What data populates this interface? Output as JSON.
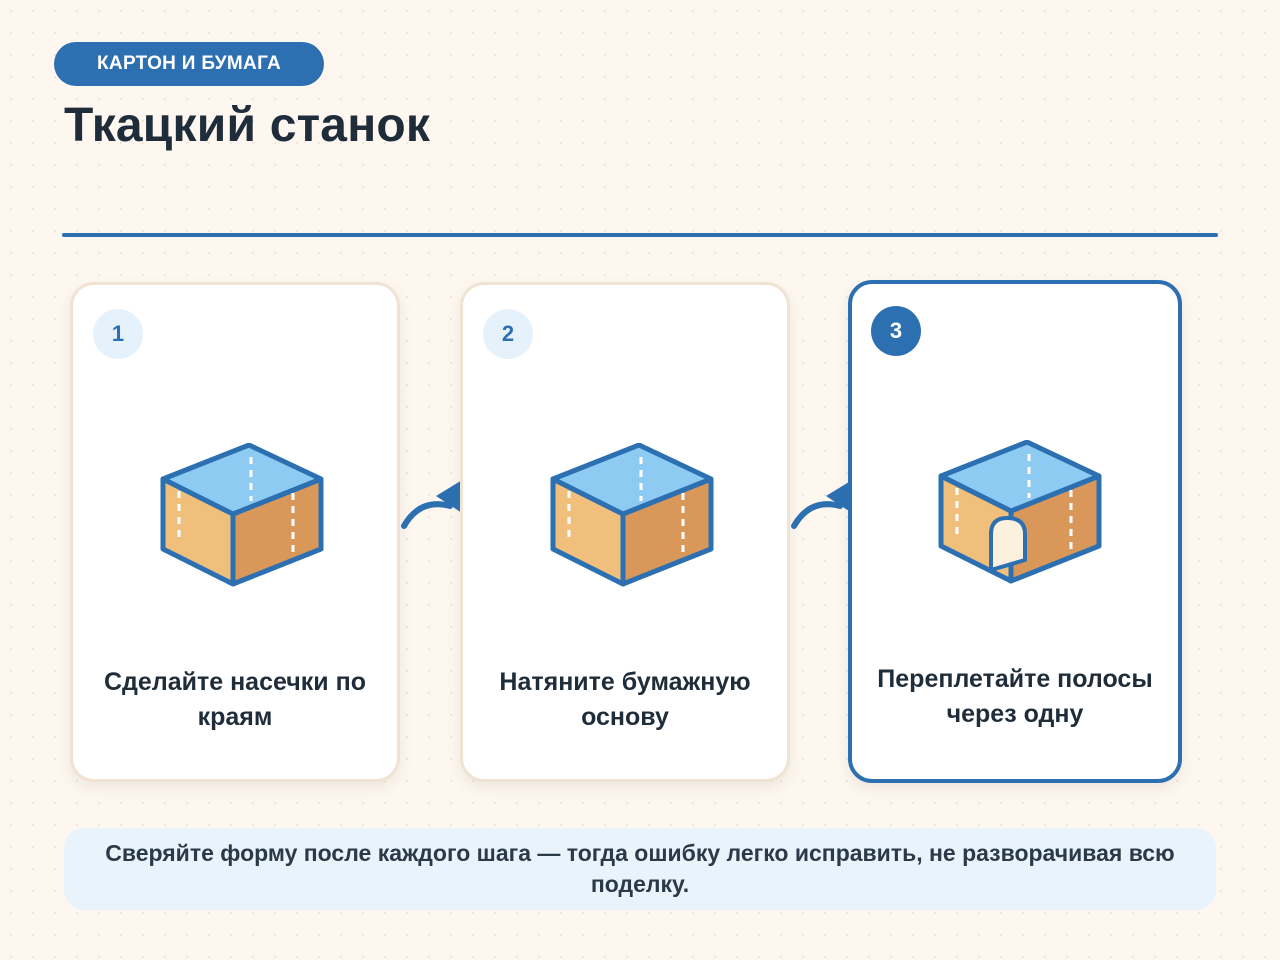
{
  "header": {
    "category": "КАРТОН И БУМАГА",
    "title": "Ткацкий станок"
  },
  "steps": [
    {
      "number": "1",
      "caption": "Сделайте насечки по краям",
      "icon": "cardboard-box-icon"
    },
    {
      "number": "2",
      "caption": "Натяните бумажную основу",
      "icon": "cardboard-box-icon"
    },
    {
      "number": "3",
      "caption": "Переплетайте полосы через одну",
      "icon": "cardboard-box-with-door-icon"
    }
  ],
  "footer": {
    "note": "Сверяйте форму после каждого шага — тогда ошибку легко исправить, не разворачивая всю поделку."
  },
  "colors": {
    "accent": "#2c70b2",
    "box_top": "#8ecbf3",
    "box_front": "#f0bf7c",
    "box_side": "#d9985a",
    "background": "#fdf7f0"
  }
}
